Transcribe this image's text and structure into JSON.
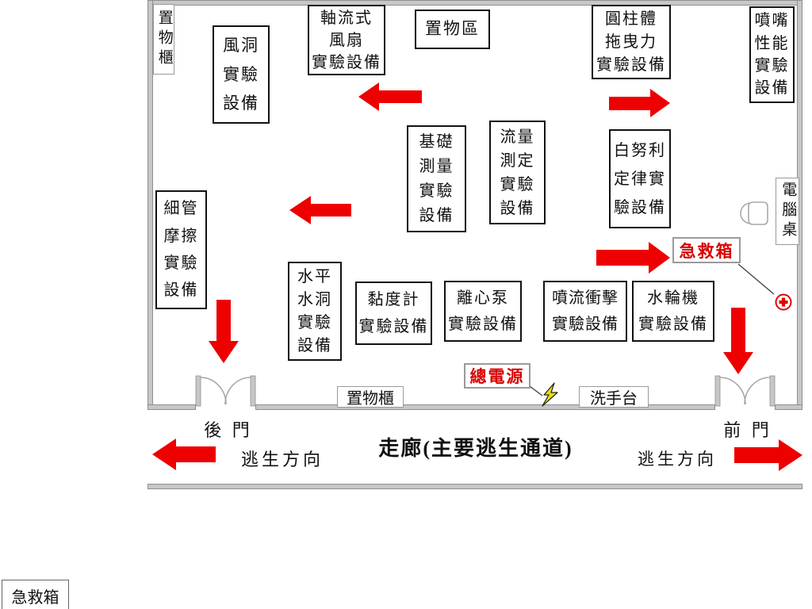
{
  "colors": {
    "arrow_red": "#ee0000",
    "label_red": "#d90000",
    "wall_gray": "#c7c7c7",
    "bolt_yellow": "#e8e000",
    "cross_red": "#e00000"
  },
  "room": {
    "boxes": {
      "storage_cabinet_left": "置物櫃",
      "wind_tunnel": "風洞\n實驗\n設備",
      "axial_fan": "軸流式\n風扇\n實驗設備",
      "storage_area": "置物區",
      "cylinder_drag": "圓柱體\n拖曳力\n實驗設備",
      "nozzle_performance": "噴嘴\n性能\n實驗\n設備",
      "basic_measurement": "基礎\n測量\n實驗\n設備",
      "flow_measurement": "流量\n測定\n實驗\n設備",
      "bernoulli": "白努利\n定律實\n驗設備",
      "computer_desk": "電腦桌",
      "capillary_friction": "細管\n摩擦\n實驗\n設備",
      "horizontal_water_tunnel": "水平\n水洞\n實驗\n設備",
      "viscometer": "黏度計\n實驗設備",
      "centrifugal_pump": "離心泵\n實驗設備",
      "jet_impact": "噴流衝擊\n實驗設備",
      "water_turbine": "水輪機\n實驗設備"
    },
    "labels": {
      "first_aid": "急救箱",
      "main_power": "總電源",
      "storage_cabinet_bottom": "置物櫃",
      "sink": "洗手台"
    },
    "icons": {
      "first_aid_cross": "first-aid-cross",
      "main_power_bolt": "lightning-bolt",
      "chair": "chair"
    }
  },
  "corridor": {
    "back_door": "後 門",
    "front_door": "前 門",
    "escape_left": "逃生方向",
    "escape_right": "逃生方向",
    "title": "走廊(主要逃生通道)"
  },
  "legend": {
    "first_aid_corner": "急救箱"
  }
}
